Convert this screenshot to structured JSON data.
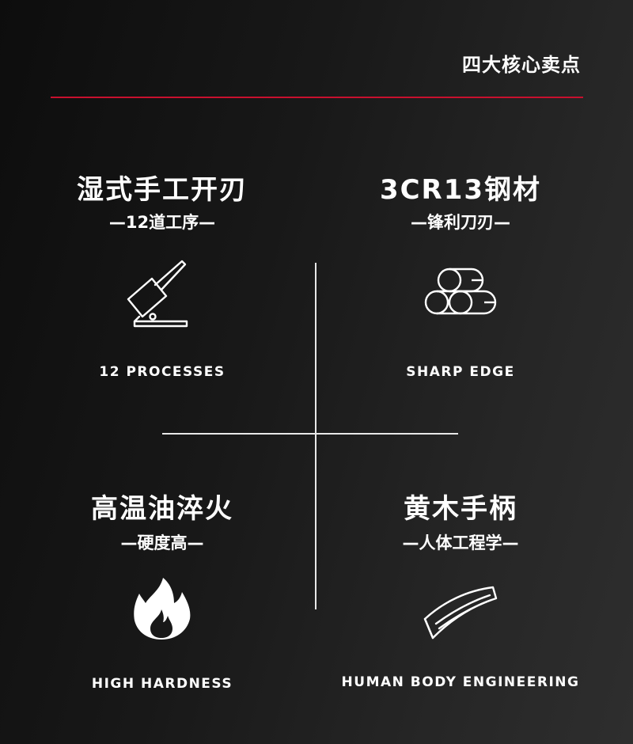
{
  "header": {
    "title": "四大核心卖点"
  },
  "features": [
    {
      "title": "湿式手工开刃",
      "subtitle": "—12道工序—",
      "english": "12 PROCESSES",
      "icon": "cleaver-knife-icon"
    },
    {
      "title": "3CR13钢材",
      "subtitle": "—锋利刀刃—",
      "english": "SHARP EDGE",
      "icon": "steel-bars-icon"
    },
    {
      "title": "高温油淬火",
      "subtitle": "—硬度高—",
      "english": "HIGH HARDNESS",
      "icon": "flame-icon"
    },
    {
      "title": "黄木手柄",
      "subtitle": "—人体工程学—",
      "english": "HUMAN BODY ENGINEERING",
      "icon": "wooden-handle-icon"
    }
  ],
  "colors": {
    "accent": "#c8102e",
    "text": "#ffffff",
    "background": "#1a1a1a"
  }
}
